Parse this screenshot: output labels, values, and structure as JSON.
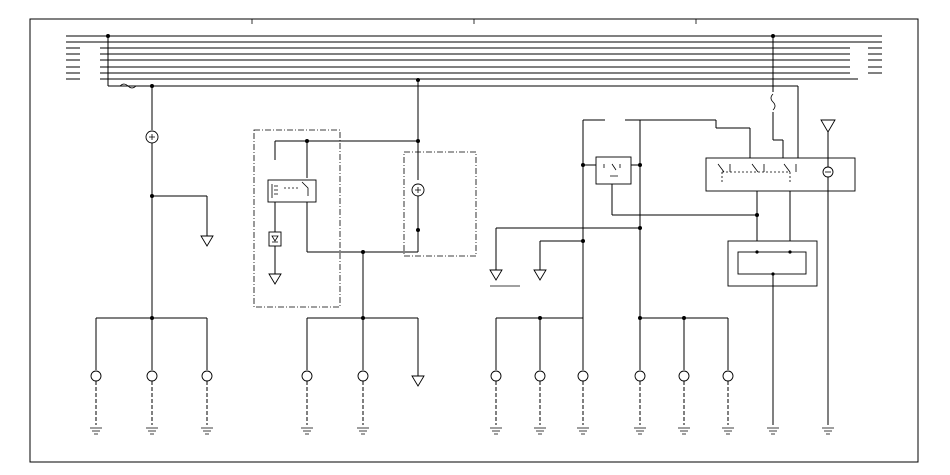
{
  "diagram": {
    "type": "wiring-schematic",
    "colors": {
      "line": "#000000",
      "background": "#ffffff"
    },
    "bus_line_count": 7,
    "grounds": 15,
    "components": [
      "power-bus",
      "inline-fuse",
      "switch-module-left",
      "relay-coil",
      "diode",
      "combination-switch",
      "relay-module-right",
      "control-unit-lower",
      "lamp",
      "antenna-terminal"
    ]
  }
}
